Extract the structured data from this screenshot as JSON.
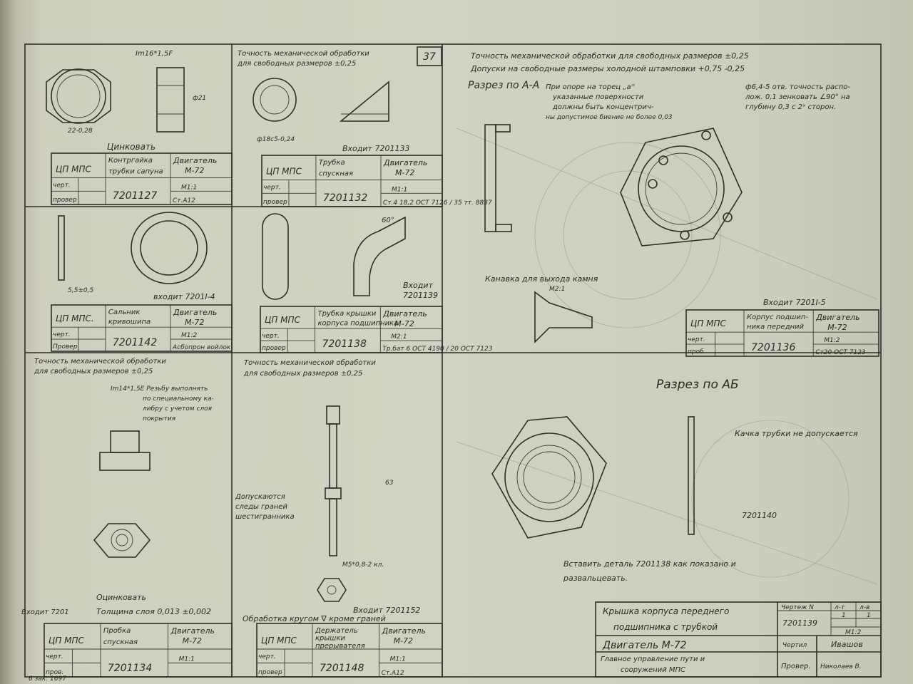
{
  "page_number": "37",
  "footer_left": "6 зак. 1697",
  "cells": [
    {
      "notes": [
        "Im16*1,5F",
        "Цинковать"
      ],
      "org": "ЦП МПС",
      "name": [
        "Контргайка",
        "трубки сапуна"
      ],
      "engine": [
        "Двигатель",
        "М-72"
      ],
      "drawn": "черт.",
      "checked": "провер",
      "number": "7201127",
      "scale": "М1:1",
      "material": "Ст.А12"
    },
    {
      "notes": [
        "Точность механической обработки",
        "для свободных размеров ±0,25",
        "Входит 7201133"
      ],
      "org": "ЦП МПС",
      "name": [
        "Трубка",
        "спускная"
      ],
      "engine": [
        "Двигатель",
        "М-72"
      ],
      "drawn": "черт.",
      "checked": "провер",
      "number": "7201132",
      "scale": "М1:1",
      "material": "Ст.4 18,2 ОСТ 7126 / 35 тт. 8837"
    },
    {
      "notes": [
        "входит 7201I-4"
      ],
      "org": "ЦП МПС.",
      "name": [
        "Сальник",
        "кривошипа"
      ],
      "engine": [
        "Двигатель",
        "М-72"
      ],
      "drawn": "черт.",
      "checked": "Провер",
      "number": "7201142",
      "scale": "М1:2",
      "material": "Асбопрон войлок"
    },
    {
      "notes": [
        "Входит",
        "7201139"
      ],
      "org": "ЦП МПС",
      "name": [
        "Трубка крышки",
        "корпуса подшипника"
      ],
      "engine": [
        "Двигатель",
        "М-72"
      ],
      "drawn": "черт.",
      "checked": "провер",
      "number": "7201138",
      "scale": "М2:1",
      "material": "Тр.бат 6 ОСТ 4190 / 20 ОСТ 7123"
    },
    {
      "notes": [
        "Точность механической обработки для свободных размеров ±0,25",
        "Допуски на свободные размеры холодной штамповки +0,75 -0,25",
        "Разрез по А-А",
        "При опоре на торец „а“",
        "указанные поверхности",
        "должны быть концентрич-",
        "ны допустимое биение не более 0,03",
        "ф6,4-5 отв. точность распо-",
        "лож. 0,1 зенковать ∠90° на",
        "глубину 0,3 с 2ˣ сторон.",
        "Канавка для выхода камня",
        "М2:1",
        "Входит 7201I-5"
      ],
      "org": "ЦП МПС",
      "name": [
        "Корпус подшип-",
        "ника передний"
      ],
      "engine": [
        "Двигатель",
        "М-72"
      ],
      "drawn": "черт.",
      "checked": "проб",
      "number": "7201136",
      "scale": "М1:2",
      "material": "Ст20 ОСТ 7123"
    },
    {
      "notes": [
        "Точность механической обработки",
        "для свободных размеров ±0,25",
        "Im14*1,5E Резьбу выполнять",
        "по специальному ка-",
        "либру с учетом слоя",
        "покрытия",
        "Оцинковать",
        "Толщина слоя 0,013 ±0,002",
        "Входит 7201"
      ],
      "org": "ЦП МПС",
      "name": [
        "Пробка",
        "спускная"
      ],
      "engine": [
        "Двигатель",
        "М-72"
      ],
      "drawn": "черт.",
      "checked": "пров.",
      "number": "7201134",
      "scale": "М1:1",
      "material": ""
    },
    {
      "notes": [
        "Точность механической обработки",
        "для свободных размеров ±0,25",
        "Допускаются",
        "следы граней",
        "шестигранника",
        "Входит 7201152",
        "Обработка кругом ∇ кроме граней",
        "М5*0,8-2 кл."
      ],
      "org": "ЦП МПС",
      "name": [
        "Держатель",
        "крышки",
        "прерывателя"
      ],
      "engine": [
        "Двигатель",
        "М-72"
      ],
      "drawn": "черт.",
      "checked": "провер",
      "number": "7201148",
      "scale": "М1:1",
      "material": "Ст.А12"
    }
  ],
  "main": {
    "section_title": "Разрез по АБ",
    "notes": [
      "Качка трубки не допускается",
      "7201140",
      "Вставить деталь 7201138 как показано и",
      "развальцевать."
    ],
    "title": [
      "Крышка корпуса переднего",
      "подшипника с трубкой"
    ],
    "engine": "Двигатель М-72",
    "org": [
      "Главное управление пути и",
      "сооружений МПС"
    ],
    "drawing_label": "Чертеж N",
    "number": "7201139",
    "sheet_headers": [
      "л-т",
      "л-в"
    ],
    "sheet_values": [
      "1",
      "1"
    ],
    "scale": "М1:2",
    "drawn_label": "Чертил",
    "drawn_by": "Ивашов",
    "checked_label": "Провер.",
    "checked_by": "Николаев В."
  }
}
